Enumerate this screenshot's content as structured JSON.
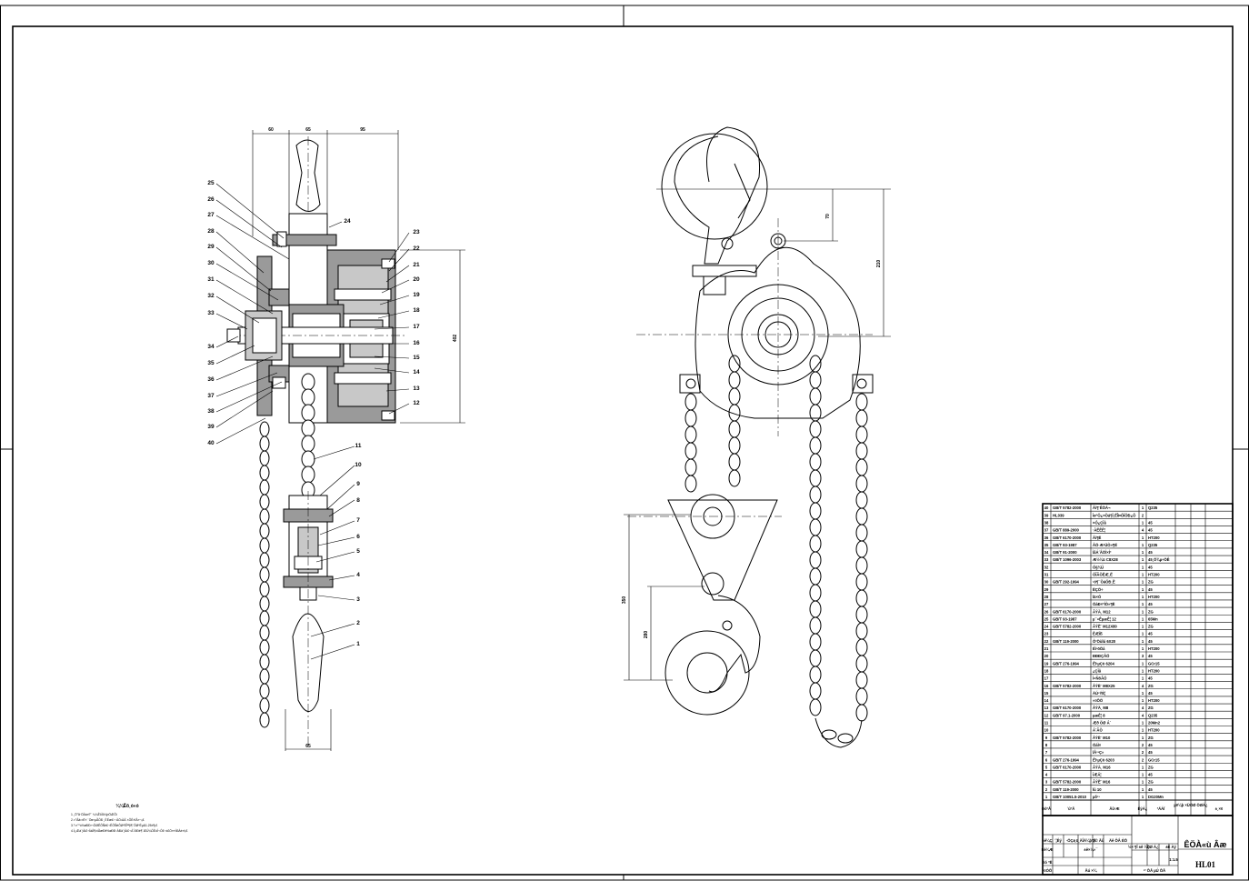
{
  "drawing": {
    "title_cn": "ÊÖÀ­«ù Âæ",
    "drawing_no": "HL01",
    "scale": "1:1.5",
    "notes_title": "¼¼Êõ¸ó«ó",
    "notes": [
      "1.¸Ö°å·ÖÀà¤Ï°´  ¼¼ÊõÌõ¼þÖÆÔì",
      "2.×°Åä¹¤Ë«´´Öв»µÃÓÐ  ¸ÉÉæ£¬·ÀÖ¹À­Á´×ÔÈ»ÏÂ»¬¡£",
      "3.°²×°ºó½øÐÐ³¬ÔØÊÔÑé£¬ÊÔÑéÔØºÉÎª¶î¶¨ÔØºÉµÄ1.25±¶¡£",
      "4.Í¿Æá´¦Àí£¬ÍâÂ¶±íÃæÐë½øÐÐ·ÀÐâ´¦Àí£¬Á´ÌõÐè¶¨ÆÚ¼ÓÈóÍ¬Ó£¬±£Ö¤»îÌõÁé»î¡£"
    ],
    "left_labels_top": [
      "25",
      "26",
      "27",
      "28",
      "29",
      "30",
      "31",
      "32",
      "33",
      "34",
      "35",
      "36",
      "37",
      "38",
      "39",
      "40"
    ],
    "right_labels_top": [
      "23",
      "22",
      "21",
      "20",
      "19",
      "18",
      "17",
      "16",
      "15",
      "14",
      "13",
      "12"
    ],
    "right_labels_bottom": [
      "11",
      "10",
      "9",
      "8",
      "7",
      "6",
      "5",
      "4",
      "3",
      "2",
      "1"
    ],
    "label_24": "24",
    "dims": {
      "top_a": "60",
      "top_b": "65",
      "top_c": "95",
      "side_height": "402",
      "bottom_width": "65",
      "hook_h1": "70",
      "hook_h2": "210",
      "lower_h1": "350",
      "lower_h2": "280"
    },
    "bom_rows": [
      [
        "40",
        "GB/T 5782-2000",
        "Âí¶¨ÊÖÁ¬",
        "1",
        "Q235"
      ],
      [
        "39",
        "HL039",
        "Ìø°Ö¿×Öá¶Ì¸ËÎÞÓÍÖÐ¿Õ",
        "2",
        ""
      ],
      [
        "38",
        "",
        "×Ó¿ÇÌå",
        "1",
        "45"
      ],
      [
        "37",
        "GB/T 889-2000",
        "·ÀËÉÈ¦",
        "4",
        "45"
      ],
      [
        "36",
        "GB/T 6170-2000",
        "Âí¶Ë",
        "1",
        "HT200"
      ],
      [
        "35",
        "GB/T 93-1987",
        "ÂÖ·Æ¹ÜÒ»¶Ë",
        "1",
        "Q235"
      ],
      [
        "34",
        "GB/T 91-2000",
        "ÌåÁ´ÂÖÌ×Í²",
        "1",
        "45"
      ],
      [
        "33",
        "GB/T 1096-2003",
        "Æ½¼ü C8X28",
        "1",
        "45¸Ö¾­µ÷ÖÊ"
      ],
      [
        "32",
        "",
        "Ö§¼Ü",
        "1",
        "45"
      ],
      [
        "31",
        "",
        "ÓÎÂÖÈÆ¸Ë",
        "1",
        "HT200"
      ],
      [
        "30",
        "GB/T 292-1994",
        "¹ö¶¯ÖáÖÐ¸Ë",
        "1",
        "ZG"
      ],
      [
        "29",
        "",
        "ËÇÖ÷",
        "1",
        "45"
      ],
      [
        "28",
        "",
        "Ïä×Ó",
        "1",
        "HT200"
      ],
      [
        "27",
        "",
        "ÖáÐ×ºÍÒ»¶Ë",
        "1",
        "45"
      ],
      [
        "26",
        "GB/T 6170-2000",
        "ÂÝÄ¸ M12",
        "1",
        "ZG"
      ],
      [
        "25",
        "GB/T 93-1987",
        "µ¯»ÉµæÈ¦ 12",
        "1",
        "65Mn"
      ],
      [
        "24",
        "GB/T 5782-2000",
        "ÂÝË¨ M12X80",
        "1",
        "ZG"
      ],
      [
        "23",
        "",
        "ÈÆÏß",
        "1",
        "45"
      ],
      [
        "22",
        "GB/T 119-2000",
        "Ô²ÖùÏú 6X20",
        "1",
        "45"
      ],
      [
        "21",
        "",
        "Éì³öÖá",
        "1",
        "HT200"
      ],
      [
        "20",
        "",
        "ÐÐÐÇÂÖ",
        "3",
        "45"
      ],
      [
        "19",
        "GB/T 276-1994",
        "Éî¹µÇò 6204",
        "1",
        "GCr15"
      ],
      [
        "18",
        "",
        "¿ÇÌå",
        "1",
        "HT200"
      ],
      [
        "17",
        "",
        "Ì«ÑôÂÖ",
        "1",
        "45"
      ],
      [
        "16",
        "GB/T 5782-2000",
        "ÂÝË¨ M8X25",
        "4",
        "ZG"
      ],
      [
        "15",
        "",
        "ÄÚ³ÝÈ¦",
        "1",
        "45"
      ],
      [
        "14",
        "",
        "»¤ÕÖ",
        "1",
        "HT200"
      ],
      [
        "13",
        "GB/T 6170-2000",
        "ÂÝÄ¸ M8",
        "4",
        "ZG"
      ],
      [
        "12",
        "GB/T 97.1-2000",
        "µæÈ¦ 8",
        "4",
        "Q235"
      ],
      [
        "11",
        "",
        "Æð ÖØ Á´",
        "1",
        "20Mn2"
      ],
      [
        "10",
        "",
        "Á´ÂÖ",
        "1",
        "HT200"
      ],
      [
        "9",
        "GB/T 5782-2000",
        "ÂÝË¨ M10",
        "1",
        "ZG"
      ],
      [
        "8",
        "",
        "ÖáÌ×",
        "2",
        "45"
      ],
      [
        "7",
        "",
        "ÏÂ¹³Ç»",
        "2",
        "45"
      ],
      [
        "6",
        "GB/T 276-1994",
        "Éî¹µÇò 6203",
        "2",
        "GCr15"
      ],
      [
        "5",
        "GB/T 6170-2000",
        "ÂÝÄ¸ M16",
        "1",
        "ZG"
      ],
      [
        "4",
        "",
        "ÍÆÁ¦",
        "1",
        "45"
      ],
      [
        "3",
        "GB/T 5782-2000",
        "ÂÝË¨ M16",
        "1",
        "ZG"
      ],
      [
        "2",
        "GB/T 119-2000",
        "Ïú 10",
        "1",
        "45"
      ],
      [
        "1",
        "GB/T 10051.5-2010",
        "µõ¹³",
        "1",
        "DG20Mn"
      ]
    ],
    "bom_header": {
      "no": "ÐòºÅ",
      "code": "´úºÅ",
      "name": "Ãû³Æ",
      "qty": "ÊýÁ¿",
      "material": "²ÄÁÏ",
      "weight": "µ¥¼þ ×ÜÖØ ÖØÁ¿",
      "remark": "±¸×¢"
    },
    "title_block": {
      "design": "Éè¼Æ",
      "check": "Éó ºË",
      "process": "¹¤ÒÕ",
      "approve": "Åú ×¼",
      "stage": "½× ¶Î ±ê ¼Ç",
      "weight": "ÖØ Á¿",
      "ratio": "±È Àý",
      "sheet": "¹² ÕÅ µÚ ÕÅ",
      "mark": "±ê¼Ç",
      "count": "´¦Êý",
      "zone": "·ÖÇø",
      "doc": "¸ü¸ÄÎÄ¼þºÅ",
      "sign": "Ç© Ãû",
      "date": "Äê ÔÂ ÈÕ",
      "std": "±ê×¼»¯"
    }
  }
}
